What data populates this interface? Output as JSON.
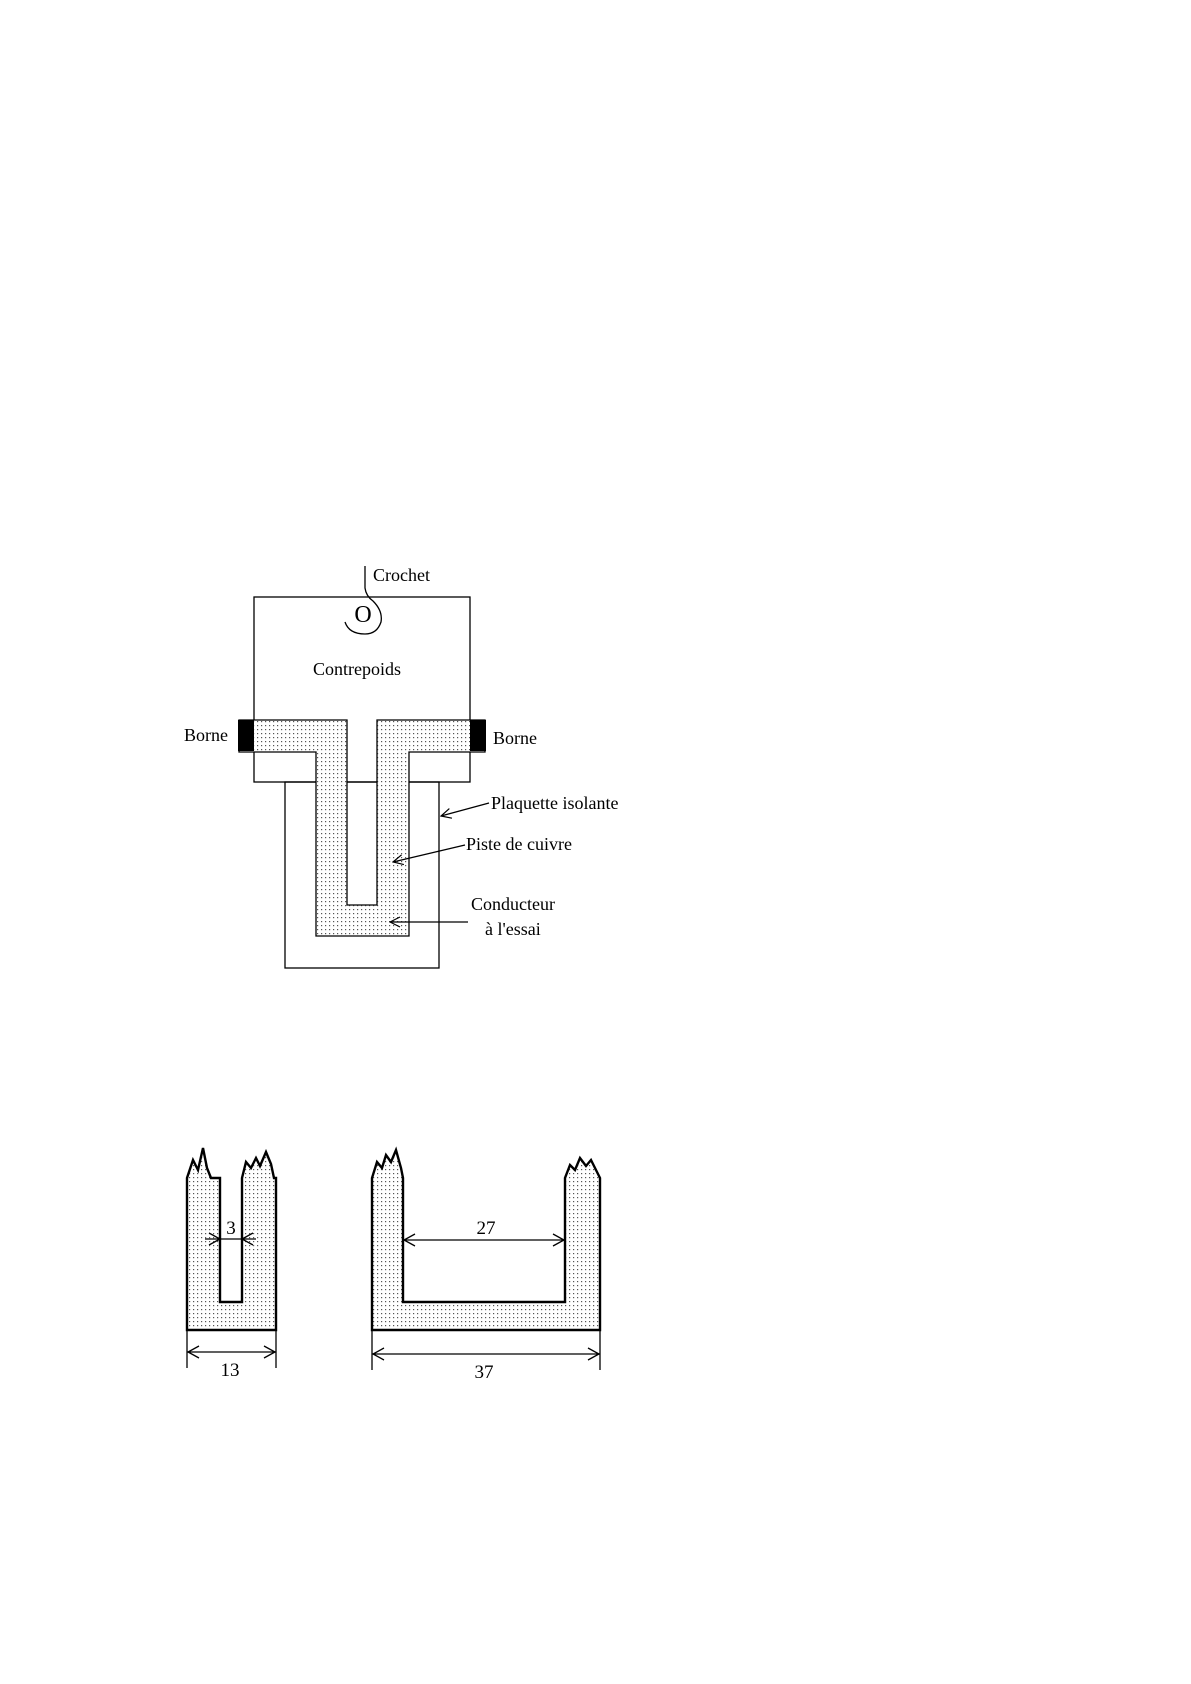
{
  "diagram": {
    "labels": {
      "hook": "Crochet",
      "counterweight": "Contrepoids",
      "terminal_left": "Borne",
      "terminal_right": "Borne",
      "insulating_plate": "Plaquette isolante",
      "copper_track": "Piste de cuivre",
      "conductor_line1": "Conducteur",
      "conductor_line2": "à l'essai",
      "hook_ring": "O"
    },
    "dimensions": {
      "narrow_gap": "3",
      "narrow_width": "13",
      "wide_gap": "27",
      "wide_width": "37"
    },
    "colors": {
      "stroke": "#000000",
      "copper_dot": "#555555",
      "background": "#ffffff"
    }
  }
}
